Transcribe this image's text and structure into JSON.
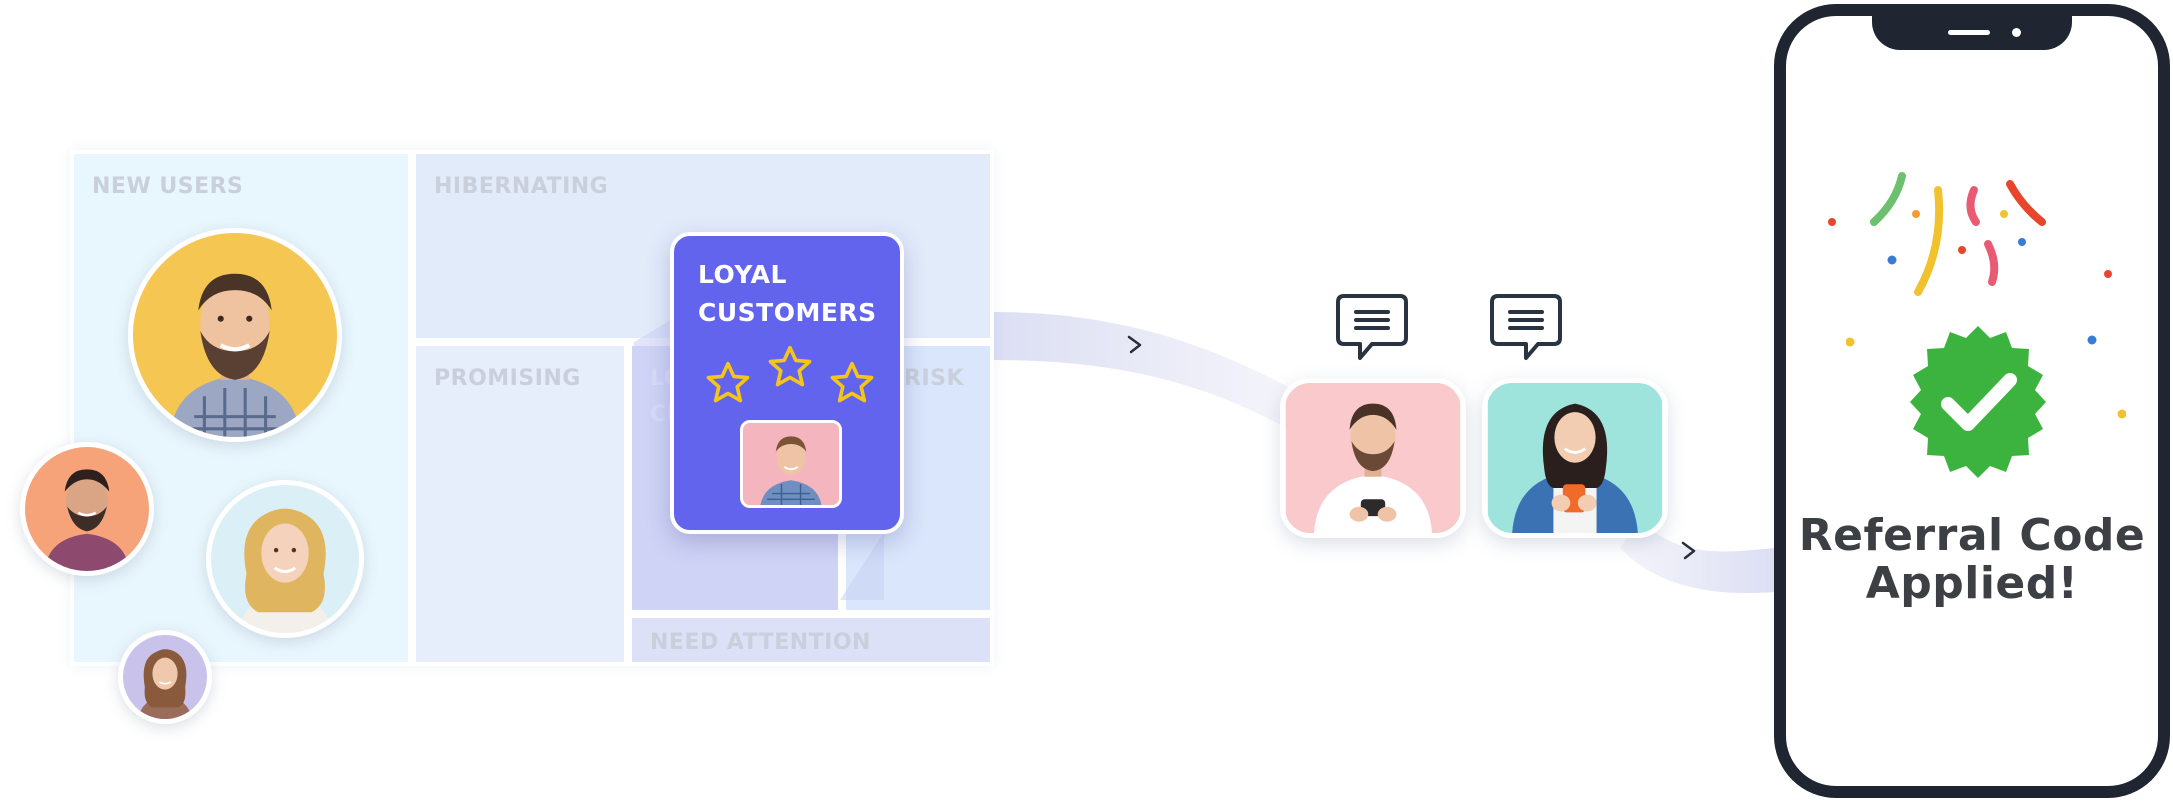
{
  "segments": {
    "new_users": "NEW USERS",
    "hibernating": "HIBERNATING",
    "promising": "PROMISING",
    "loyal_customers_ghost_1": "LO",
    "loyal_customers_ghost_2": "CU",
    "at_risk_ghost": "RISK",
    "need_attention": "NEED ATTENTION"
  },
  "loyal_card": {
    "title": "LOYAL CUSTOMERS",
    "rating_stars": 3,
    "star_color": "#f5c518",
    "card_color": "#6264ee"
  },
  "icons": {
    "chat_bubble_1": "message-icon",
    "chat_bubble_2": "message-icon",
    "arrow_1": "chevron-right-icon",
    "arrow_2": "chevron-right-icon",
    "badge": "check-badge-icon"
  },
  "phone": {
    "message_line1": "Referral Code",
    "message_line2": "Applied!",
    "badge_color": "#3db33f"
  }
}
